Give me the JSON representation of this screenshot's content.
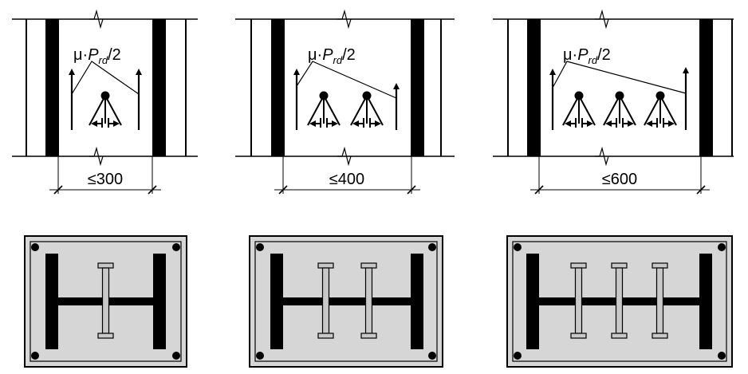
{
  "colors": {
    "ink": "#000000",
    "plate_fill": "#d6d6d6",
    "stiffener_fill": "#c8c8c8",
    "background": "#ffffff"
  },
  "panels": [
    {
      "id": "single",
      "label_mu": "μ·",
      "label_p": "P",
      "label_sub": "rd",
      "label_tail": "/2",
      "dimension": "≤300",
      "stud_count": 1,
      "stiffener_count": 1
    },
    {
      "id": "double",
      "label_mu": "μ·",
      "label_p": "P",
      "label_sub": "rd",
      "label_tail": "/2",
      "dimension": "≤400",
      "stud_count": 2,
      "stiffener_count": 2
    },
    {
      "id": "triple",
      "label_mu": "μ·",
      "label_p": "P",
      "label_sub": "rd",
      "label_tail": "/2",
      "dimension": "≤600",
      "stud_count": 3,
      "stiffener_count": 3
    }
  ]
}
